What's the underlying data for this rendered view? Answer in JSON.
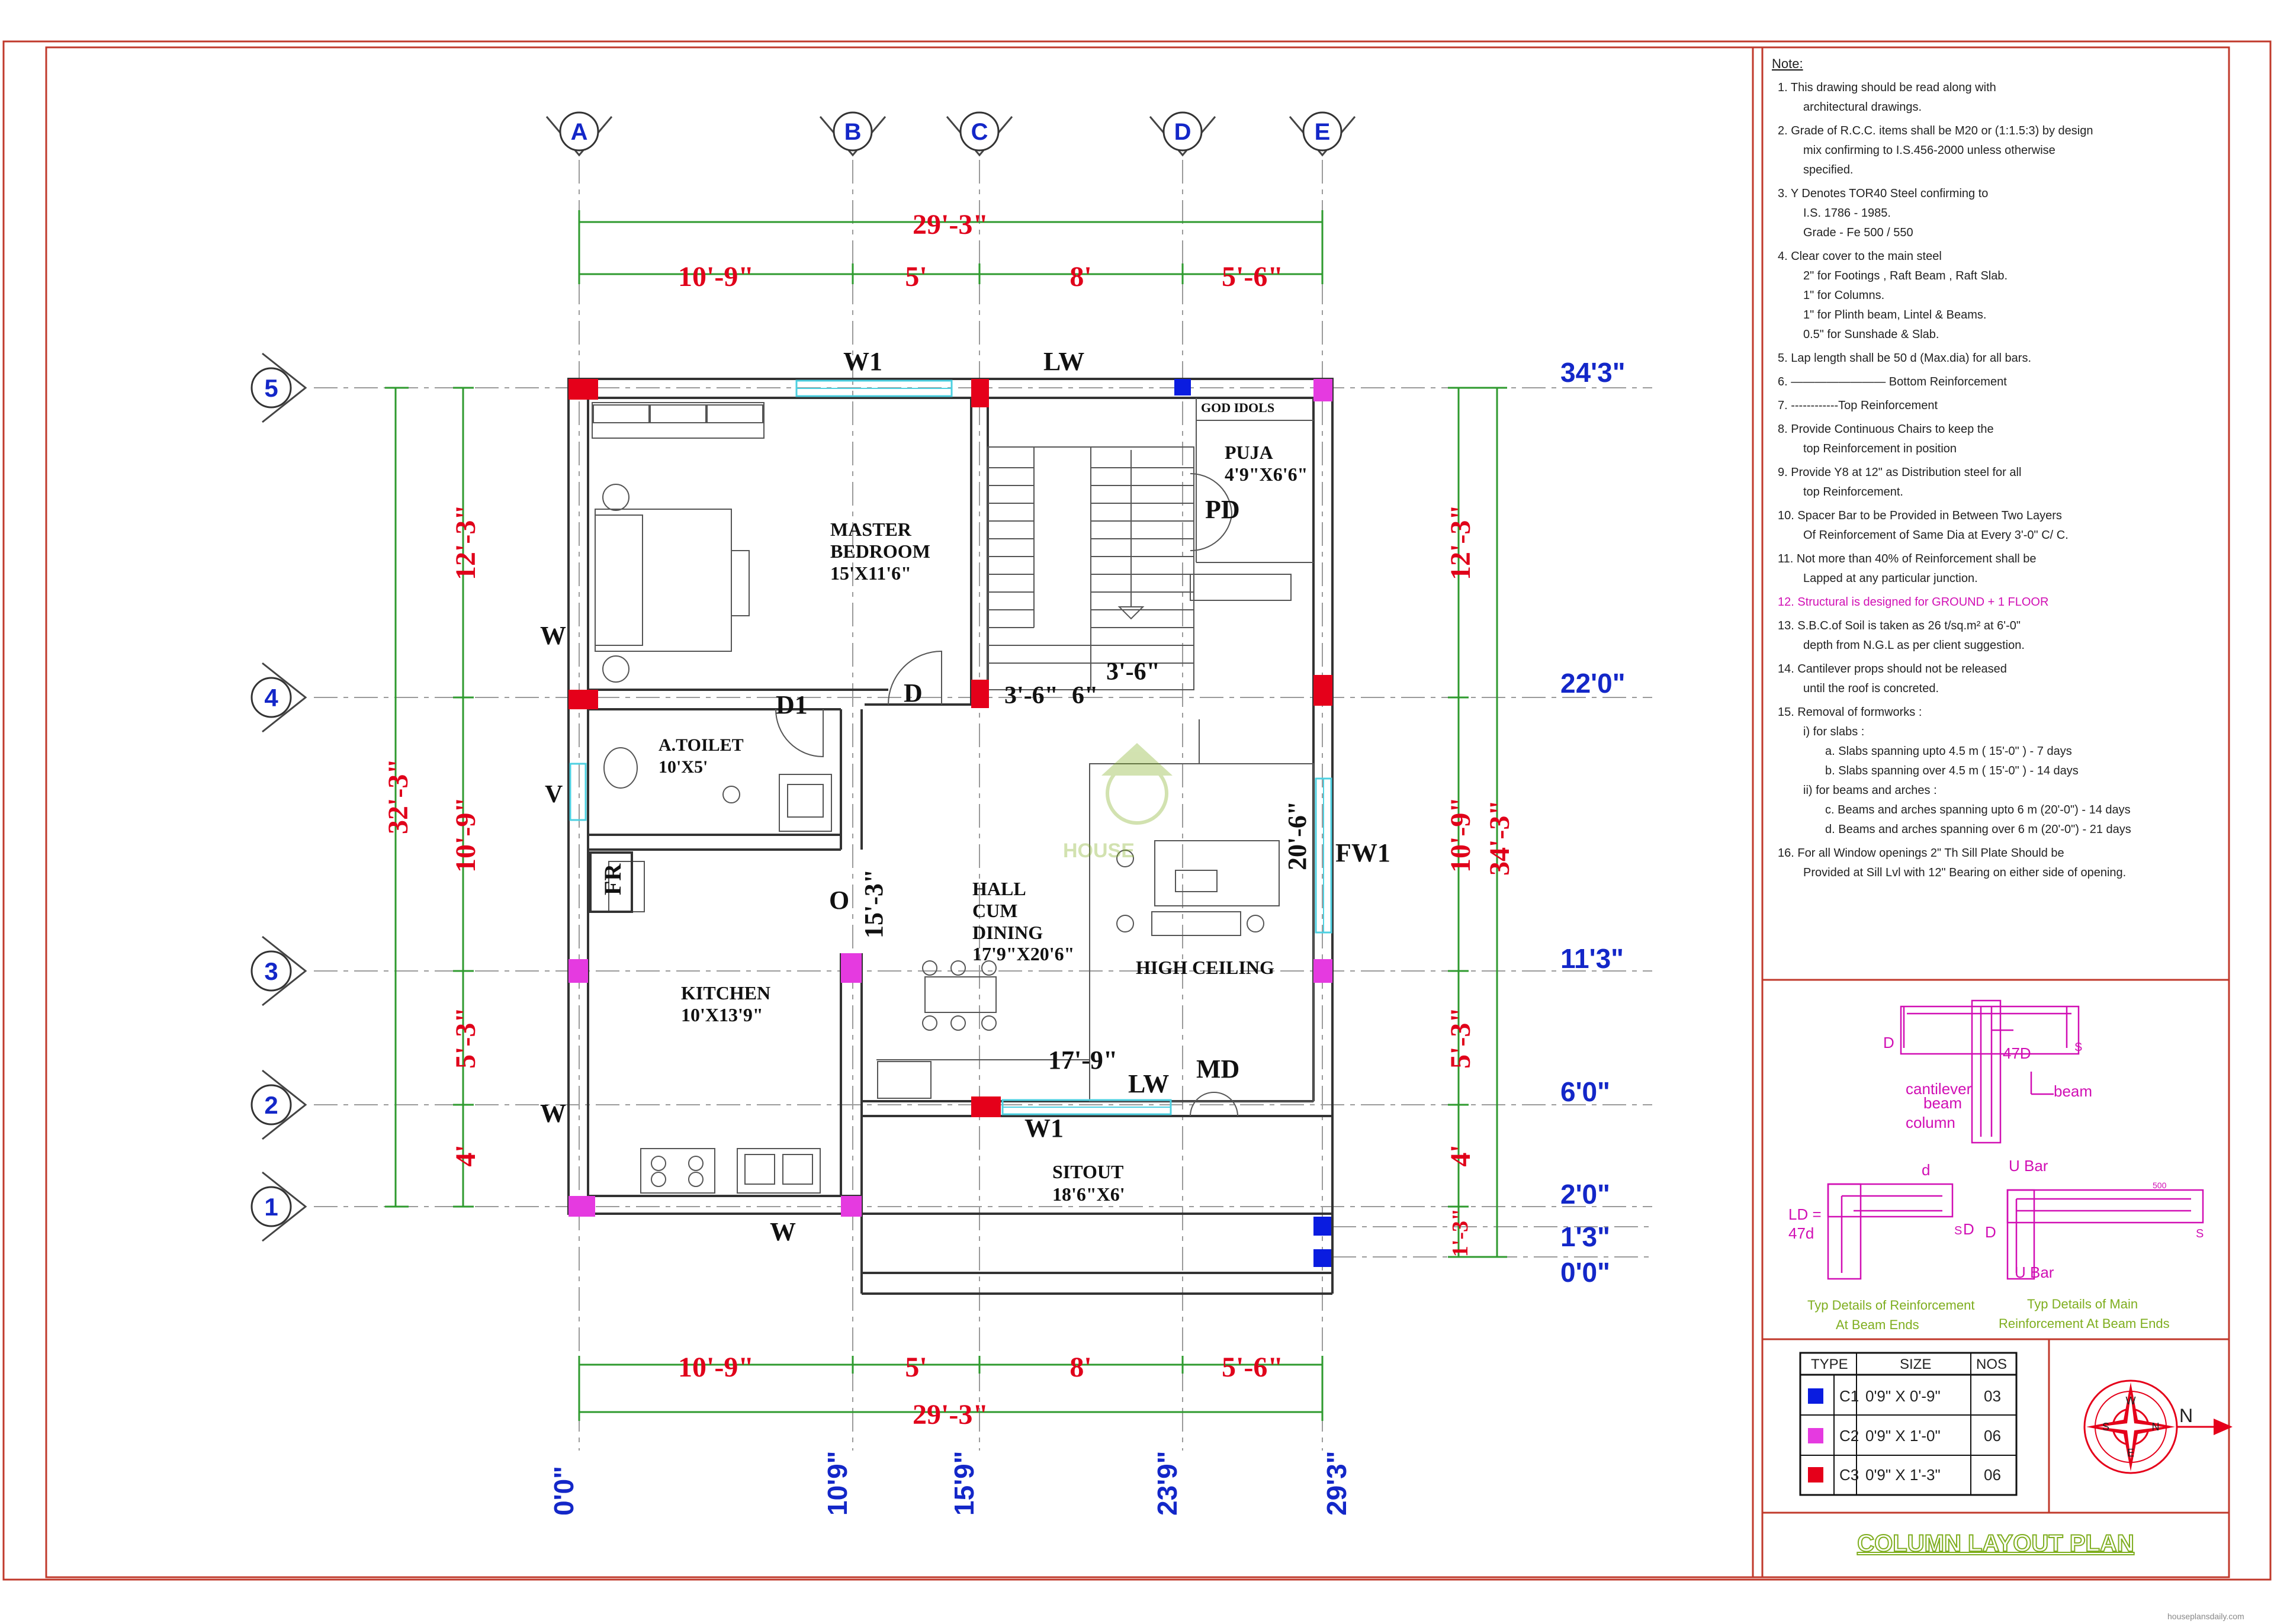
{
  "grid_columns": [
    {
      "label": "A",
      "offset": "0'0\""
    },
    {
      "label": "B",
      "offset": "10'9\""
    },
    {
      "label": "C",
      "offset": "15'9\""
    },
    {
      "label": "D",
      "offset": "23'9\""
    },
    {
      "label": "E",
      "offset": "29'3\""
    }
  ],
  "grid_rows": [
    {
      "label": "5",
      "level": "34'3\""
    },
    {
      "label": "4",
      "level": "22'0\""
    },
    {
      "label": "3",
      "level": "11'3\""
    },
    {
      "label": "2",
      "level": "6'0\""
    },
    {
      "label": "1",
      "level": "2'0\""
    }
  ],
  "extra_levels": [
    "1'3\"",
    "0'0\""
  ],
  "dims_top": {
    "overall": "29'-3\"",
    "spans": [
      "10'-9\"",
      "5'",
      "8'",
      "5'-6\""
    ]
  },
  "dims_bottom": {
    "overall": "29'-3\"",
    "spans": [
      "10'-9\"",
      "5'",
      "8'",
      "5'-6\""
    ]
  },
  "dims_left": {
    "overall": "32'-3\"",
    "spans": [
      "12'-3\"",
      "10'-9\"",
      "5'-3\"",
      "4'"
    ]
  },
  "dims_right": {
    "overall": "34'-3\"",
    "spans": [
      "12'-3\"",
      "10'-9\"",
      "5'-3\"",
      "4'",
      "1'-3\""
    ]
  },
  "rooms": {
    "master": [
      "MASTER",
      "BEDROOM",
      "15'X11'6\""
    ],
    "puja": [
      "PUJA",
      "4'9\"X6'6\""
    ],
    "god_idols": "GOD IDOLS",
    "toilet": [
      "A.TOILET",
      "10'X5'"
    ],
    "hall": [
      "HALL",
      "CUM",
      "DINING",
      "17'9\"X20'6\""
    ],
    "high_ceiling": "HIGH CEILING",
    "kitchen": [
      "KITCHEN",
      "10'X13'9\""
    ],
    "sitout": [
      "SITOUT",
      "18'6\"X6'"
    ]
  },
  "openings": {
    "w1_top": "W1",
    "lw_top": "LW",
    "pd": "PD",
    "w_master": "W",
    "d1": "D1",
    "d": "D",
    "v": "V",
    "fr": "FR",
    "o": "O",
    "fw1": "FW1",
    "w_kitchen": "W",
    "w_bottom": "W",
    "lw_bottom": "LW",
    "md": "MD",
    "w1_bottom": "W1"
  },
  "inner_dims": {
    "stair1": "3'-6\"",
    "stair2": "3'-6\"",
    "stair3": "6\"",
    "hall_h": "15'-3\"",
    "hall_v": "20'-6\"",
    "hall_w": "17'-9\""
  },
  "notes_title": "Note:",
  "notes": [
    {
      "t": "1.  This drawing should be read along with"
    },
    {
      "t": "architectural drawings.",
      "indent": true
    },
    {
      "t": "2.  Grade of R.C.C. items shall be M20 or (1:1.5:3) by design"
    },
    {
      "t": "mix confirming to I.S.456-2000 unless otherwise",
      "indent": true
    },
    {
      "t": "specified.",
      "indent": true
    },
    {
      "t": "3.  Y Denotes TOR40 Steel confirming to"
    },
    {
      "t": "I.S. 1786 - 1985.",
      "indent": true
    },
    {
      "t": "Grade - Fe 500 / 550",
      "indent": true
    },
    {
      "t": "4.  Clear cover to the main steel"
    },
    {
      "t": "2\"  for Footings , Raft Beam , Raft Slab.",
      "indent": true
    },
    {
      "t": "1\" for Columns.",
      "indent": true
    },
    {
      "t": "1\"   for Plinth beam, Lintel & Beams.",
      "indent": true
    },
    {
      "t": "0.5\" for Sunshade & Slab.",
      "indent": true
    },
    {
      "t": "5.  Lap length shall be 50 d (Max.dia) for all bars."
    },
    {
      "t": "6.   ————————  Bottom Reinforcement"
    },
    {
      "t": "7.   ------------Top Reinforcement"
    },
    {
      "t": "8.  Provide Continuous Chairs to keep the"
    },
    {
      "t": "top Reinforcement in position",
      "indent": true
    },
    {
      "t": "9.  Provide Y8 at 12\" as Distribution steel for all"
    },
    {
      "t": "top Reinforcement.",
      "indent": true
    },
    {
      "t": "10. Spacer Bar to be Provided in Between Two Layers"
    },
    {
      "t": "Of Reinforcement of Same Dia at Every  3'-0\"  C/ C.",
      "indent": true
    },
    {
      "t": "11.  Not more than 40% of Reinforcement shall be"
    },
    {
      "t": "Lapped at any particular junction.",
      "indent": true
    },
    {
      "t": "12. Structural is designed for  GROUND + 1 FLOOR",
      "magenta": true
    },
    {
      "t": "13.  S.B.C.of Soil is taken as 26 t/sq.m² at 6'-0\""
    },
    {
      "t": "depth from N.G.L as per client suggestion.",
      "indent": true
    },
    {
      "t": "14.  Cantilever props should not be released"
    },
    {
      "t": "until the roof is concreted.",
      "indent": true
    },
    {
      "t": "15. Removal of formworks :"
    },
    {
      "t": "i)  for slabs :",
      "indent": true
    },
    {
      "t": "a.  Slabs spanning upto 4.5 m ( 15'-0\" ) - 7 days",
      "indent2": true
    },
    {
      "t": "b.  Slabs spanning over 4.5 m ( 15'-0\" ) - 14 days",
      "indent2": true
    },
    {
      "t": "ii) for beams and arches :",
      "indent": true
    },
    {
      "t": "c. Beams and arches spanning upto 6 m (20'-0\") - 14 days",
      "indent2": true
    },
    {
      "t": "d. Beams and arches spanning over 6 m (20'-0\") - 21 days",
      "indent2": true
    },
    {
      "t": "16.  For all Window openings 2\" Th Sill Plate Should be"
    },
    {
      "t": "Provided at Sill Lvl with 12\" Bearing on either side of opening.",
      "indent": true
    }
  ],
  "detail_labels": {
    "cantilever": "cantilever",
    "beam1": "beam",
    "column": "column",
    "beam2": "beam",
    "d": "D",
    "s": "S",
    "d47": "47D",
    "ld": "LD =",
    "ld2": "47d",
    "dd": "d",
    "ubar1": "U Bar",
    "ubar2": "U Bar",
    "s2": "S",
    "d2": "D",
    "d3": "D",
    "s3": "S",
    "five": "500",
    "cap1a": "Typ Details of Reinforcement",
    "cap1b": "At Beam Ends",
    "cap2a": "Typ Details of Main",
    "cap2b": "Reinforcement At Beam Ends"
  },
  "schedule": {
    "headers": [
      "TYPE",
      "SIZE",
      "NOS"
    ],
    "rows": [
      {
        "color": "#0a1ce0",
        "type": "C1",
        "size": "0'9\" X 0'-9\"",
        "nos": "03"
      },
      {
        "color": "#e53ae0",
        "type": "C2",
        "size": "0'9\" X 1'-0\"",
        "nos": "06"
      },
      {
        "color": "#e5001a",
        "type": "C3",
        "size": "0'9\" X 1'-3\"",
        "nos": "06"
      }
    ]
  },
  "north_label": "N",
  "compass_letters": [
    "W",
    "S",
    "E",
    "N"
  ],
  "drawing_title": "COLUMN LAYOUT PLAN",
  "watermark": "HOUSE",
  "credit": "houseplansdaily.com",
  "colors": {
    "red": "#e0001a",
    "blue": "#1327c8",
    "green": "#2e9a2e",
    "magenta": "#d10fb4",
    "border": "#c0392b"
  }
}
